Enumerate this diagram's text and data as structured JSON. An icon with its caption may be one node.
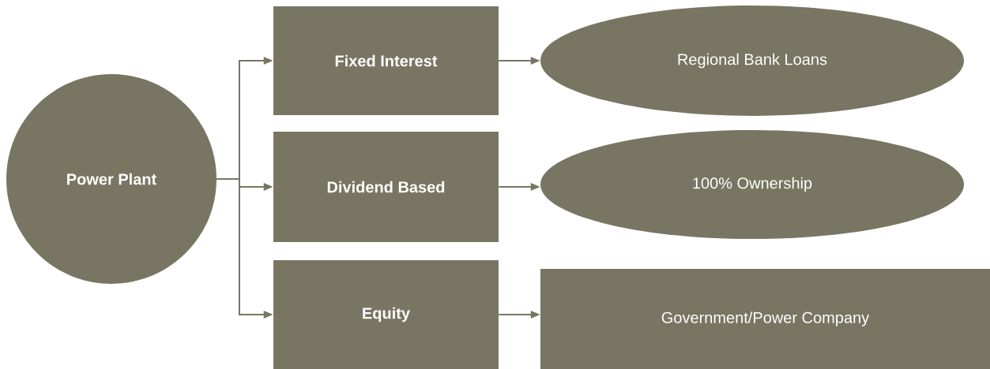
{
  "diagram": {
    "nodes": [
      {
        "text": [
          "Power Plant"
        ]
      },
      {
        "text": [
          "Fixed Interest"
        ]
      },
      {
        "text": [
          "Dividend Based"
        ]
      },
      {
        "text": [
          "Equity"
        ]
      },
      {
        "text": [
          "Regional Bank Loans"
        ]
      },
      {
        "text": [
          "100% Ownership"
        ]
      },
      {
        "text": [
          "Government/Power Company"
        ]
      }
    ],
    "edges": [
      {
        "from": 0,
        "to": 1,
        "arrow": "to"
      },
      {
        "from": 0,
        "to": 2,
        "arrow": "to"
      },
      {
        "from": 0,
        "to": 3,
        "arrow": "to"
      },
      {
        "from": 1,
        "to": 4,
        "arrow": "to"
      },
      {
        "from": 2,
        "to": 5,
        "arrow": "to"
      },
      {
        "from": 3,
        "to": 6,
        "arrow": "to"
      }
    ]
  }
}
